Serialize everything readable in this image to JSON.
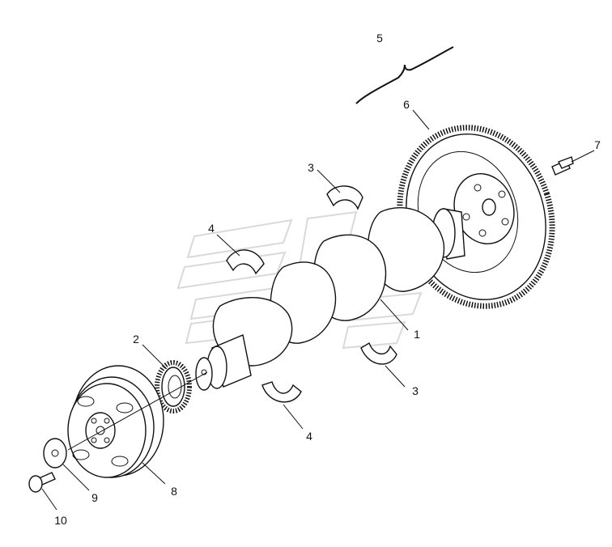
{
  "diagram": {
    "type": "exploded parts view",
    "callouts": [
      {
        "id": "1",
        "label": "1"
      },
      {
        "id": "2",
        "label": "2"
      },
      {
        "id": "3a",
        "label": "3"
      },
      {
        "id": "3b",
        "label": "3"
      },
      {
        "id": "4a",
        "label": "4"
      },
      {
        "id": "4b",
        "label": "4"
      },
      {
        "id": "5",
        "label": "5"
      },
      {
        "id": "6",
        "label": "6"
      },
      {
        "id": "7",
        "label": "7"
      },
      {
        "id": "8",
        "label": "8"
      },
      {
        "id": "9",
        "label": "9"
      },
      {
        "id": "10",
        "label": "10"
      }
    ],
    "watermark": "logo"
  }
}
